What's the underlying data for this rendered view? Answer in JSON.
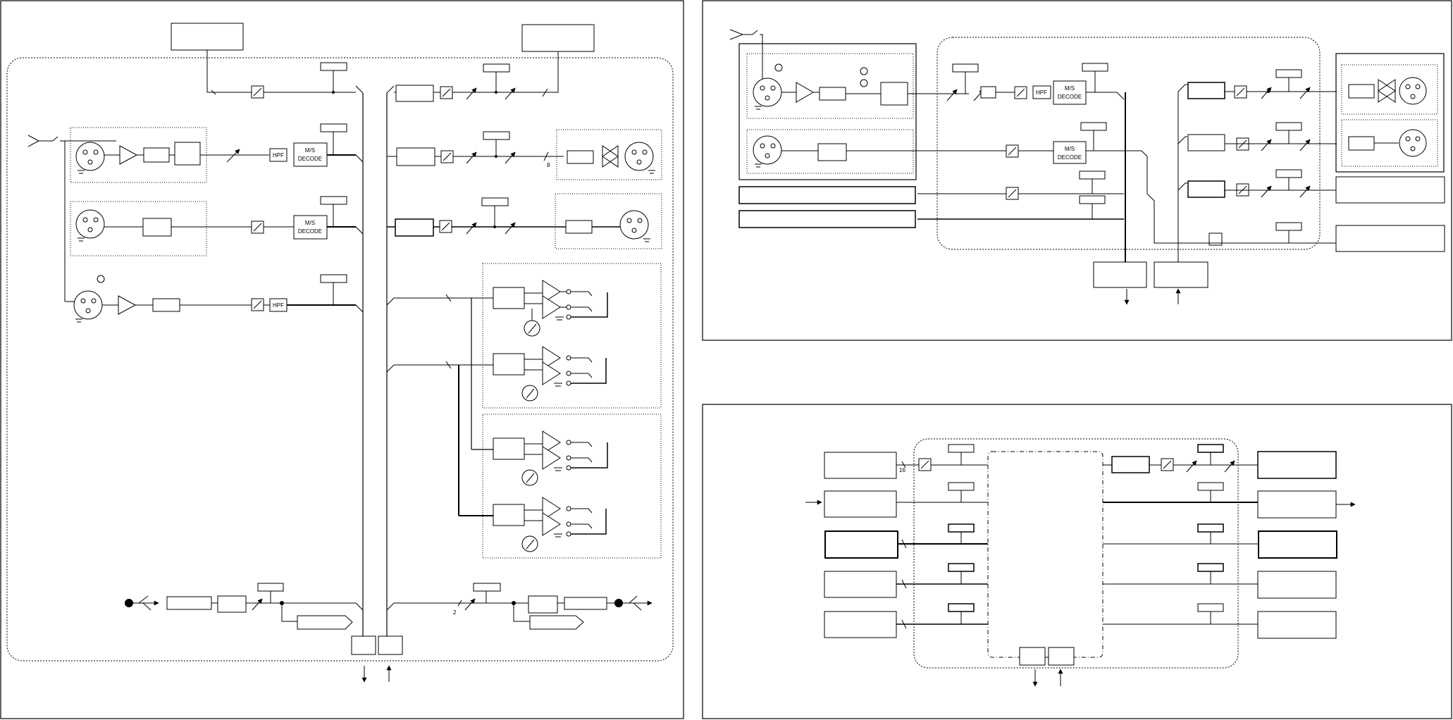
{
  "labels": {
    "hpf": "HPF",
    "ms_line1": "M/S",
    "ms_line2": "DECODE",
    "bus_count_8": "8",
    "bus_count_2": "2",
    "bus_count_16": "16"
  },
  "icons": {
    "phase": "phase-invert-icon",
    "gain": "variable-gain-icon",
    "xlr": "xlr-connector-icon",
    "usb": "usb-icon",
    "jack": "headphone-jack-icon",
    "lamp": "phantom-power-indicator-icon",
    "switch": "switch-icon",
    "amp": "amplifier-icon",
    "meter": "meter-icon",
    "arrow": "arrow-icon"
  }
}
